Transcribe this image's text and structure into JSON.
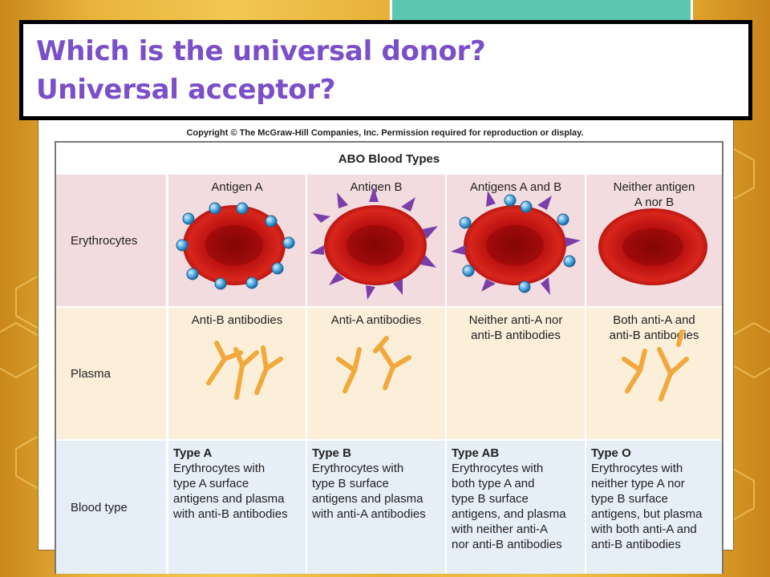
{
  "slide": {
    "question_line1": "Which is the universal donor?",
    "question_line2": "Universal acceptor?"
  },
  "figure": {
    "copyright": "Copyright © The McGraw-Hill Companies, Inc. Permission required for reproduction or display.",
    "table_title": "ABO Blood Types",
    "row_labels": {
      "erythrocytes": "Erythrocytes",
      "plasma": "Plasma",
      "blood_type": "Blood type"
    },
    "columns": [
      {
        "antigen_line1": "Antigen A",
        "antigen_line2": "",
        "plasma_line1": "Anti-B antibodies",
        "plasma_line2": "",
        "type": "Type A",
        "desc": [
          "Erythrocytes with",
          "type A surface",
          "antigens and plasma",
          "with anti-B antibodies"
        ]
      },
      {
        "antigen_line1": "Antigen B",
        "antigen_line2": "",
        "plasma_line1": "Anti-A antibodies",
        "plasma_line2": "",
        "type": "Type B",
        "desc": [
          "Erythrocytes with",
          "type B surface",
          "antigens and plasma",
          "with anti-A antibodies"
        ]
      },
      {
        "antigen_line1": "Antigens A and B",
        "antigen_line2": "",
        "plasma_line1": "Neither anti-A nor",
        "plasma_line2": "anti-B antibodies",
        "type": "Type AB",
        "desc": [
          "Erythrocytes with",
          "both type A and",
          "type B surface",
          "antigens, and plasma",
          "with neither anti-A",
          "nor anti-B antibodies"
        ]
      },
      {
        "antigen_line1": "Neither antigen",
        "antigen_line2": "A nor B",
        "plasma_line1": "Both anti-A and",
        "plasma_line2": "anti-B antibodies",
        "type": "Type O",
        "desc": [
          "Erythrocytes with",
          "neither type A nor",
          "type B surface",
          "antigens, but plasma",
          "with both anti-A and",
          "anti-B antibodies"
        ]
      }
    ]
  },
  "colors": {
    "title_text": "#7b4fc9",
    "background_gold": "#f2c752",
    "teal_accent": "#5cc6b0",
    "cell_red": "#c91414",
    "antigen_a": "#4aa6e0",
    "antigen_b": "#7a3ea8",
    "antibody": "#f2a93b"
  }
}
